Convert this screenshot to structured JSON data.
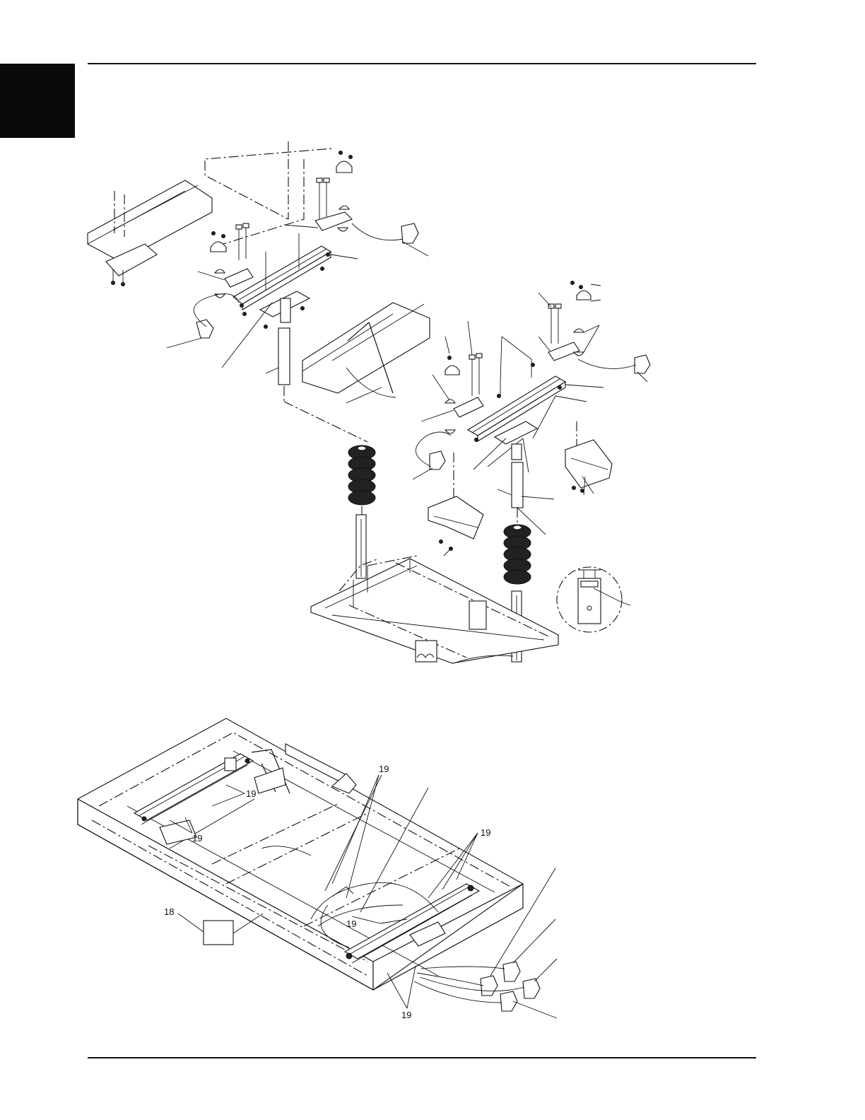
{
  "page": {
    "background": "#ffffff",
    "ink": "#111111"
  },
  "lower_diagram": {
    "callouts": [
      {
        "id": "c18",
        "label": "18"
      },
      {
        "id": "c19a",
        "label": "19"
      },
      {
        "id": "c19b",
        "label": "19"
      },
      {
        "id": "c19c",
        "label": "19"
      },
      {
        "id": "c19d",
        "label": "19"
      },
      {
        "id": "c19e",
        "label": "19"
      },
      {
        "id": "c19f",
        "label": "19"
      }
    ]
  }
}
